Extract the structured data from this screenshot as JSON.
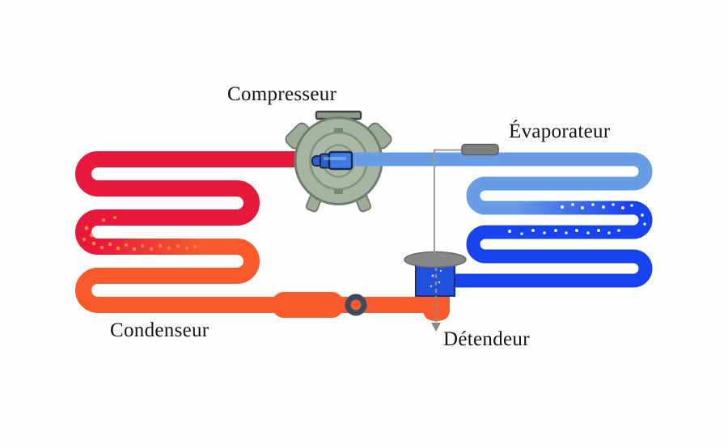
{
  "diagram": {
    "type": "refrigeration-cycle",
    "components": {
      "compressor": {
        "label": "Compresseur"
      },
      "evaporator": {
        "label": "Évaporateur"
      },
      "condenser": {
        "label": "Condenseur"
      },
      "expansion_valve": {
        "label": "Détendeur"
      }
    },
    "unlabeled_parts": [
      "filter-drier-capsule",
      "sight-glass",
      "sensing-bulb",
      "capillary-line",
      "flow-direction-dashed-arrow"
    ]
  },
  "colors": {
    "hot_gas_red": "#e8173c",
    "warm_liquid_orange": "#f95a2c",
    "cool_vapor_light_blue": "#689de5",
    "cold_refrigerant_blue": "#1743ee",
    "compressor_body_sage": "#a8b4a2",
    "compressor_outline": "#6f7e6d",
    "nozzle_blue": "#3f7ce0",
    "valve_body_blue": "#2050dc",
    "gray_metal": "#868686",
    "sight_glass_ring_navy": "#3a4a63",
    "label_text": "#141414",
    "background": "#fefefe"
  }
}
